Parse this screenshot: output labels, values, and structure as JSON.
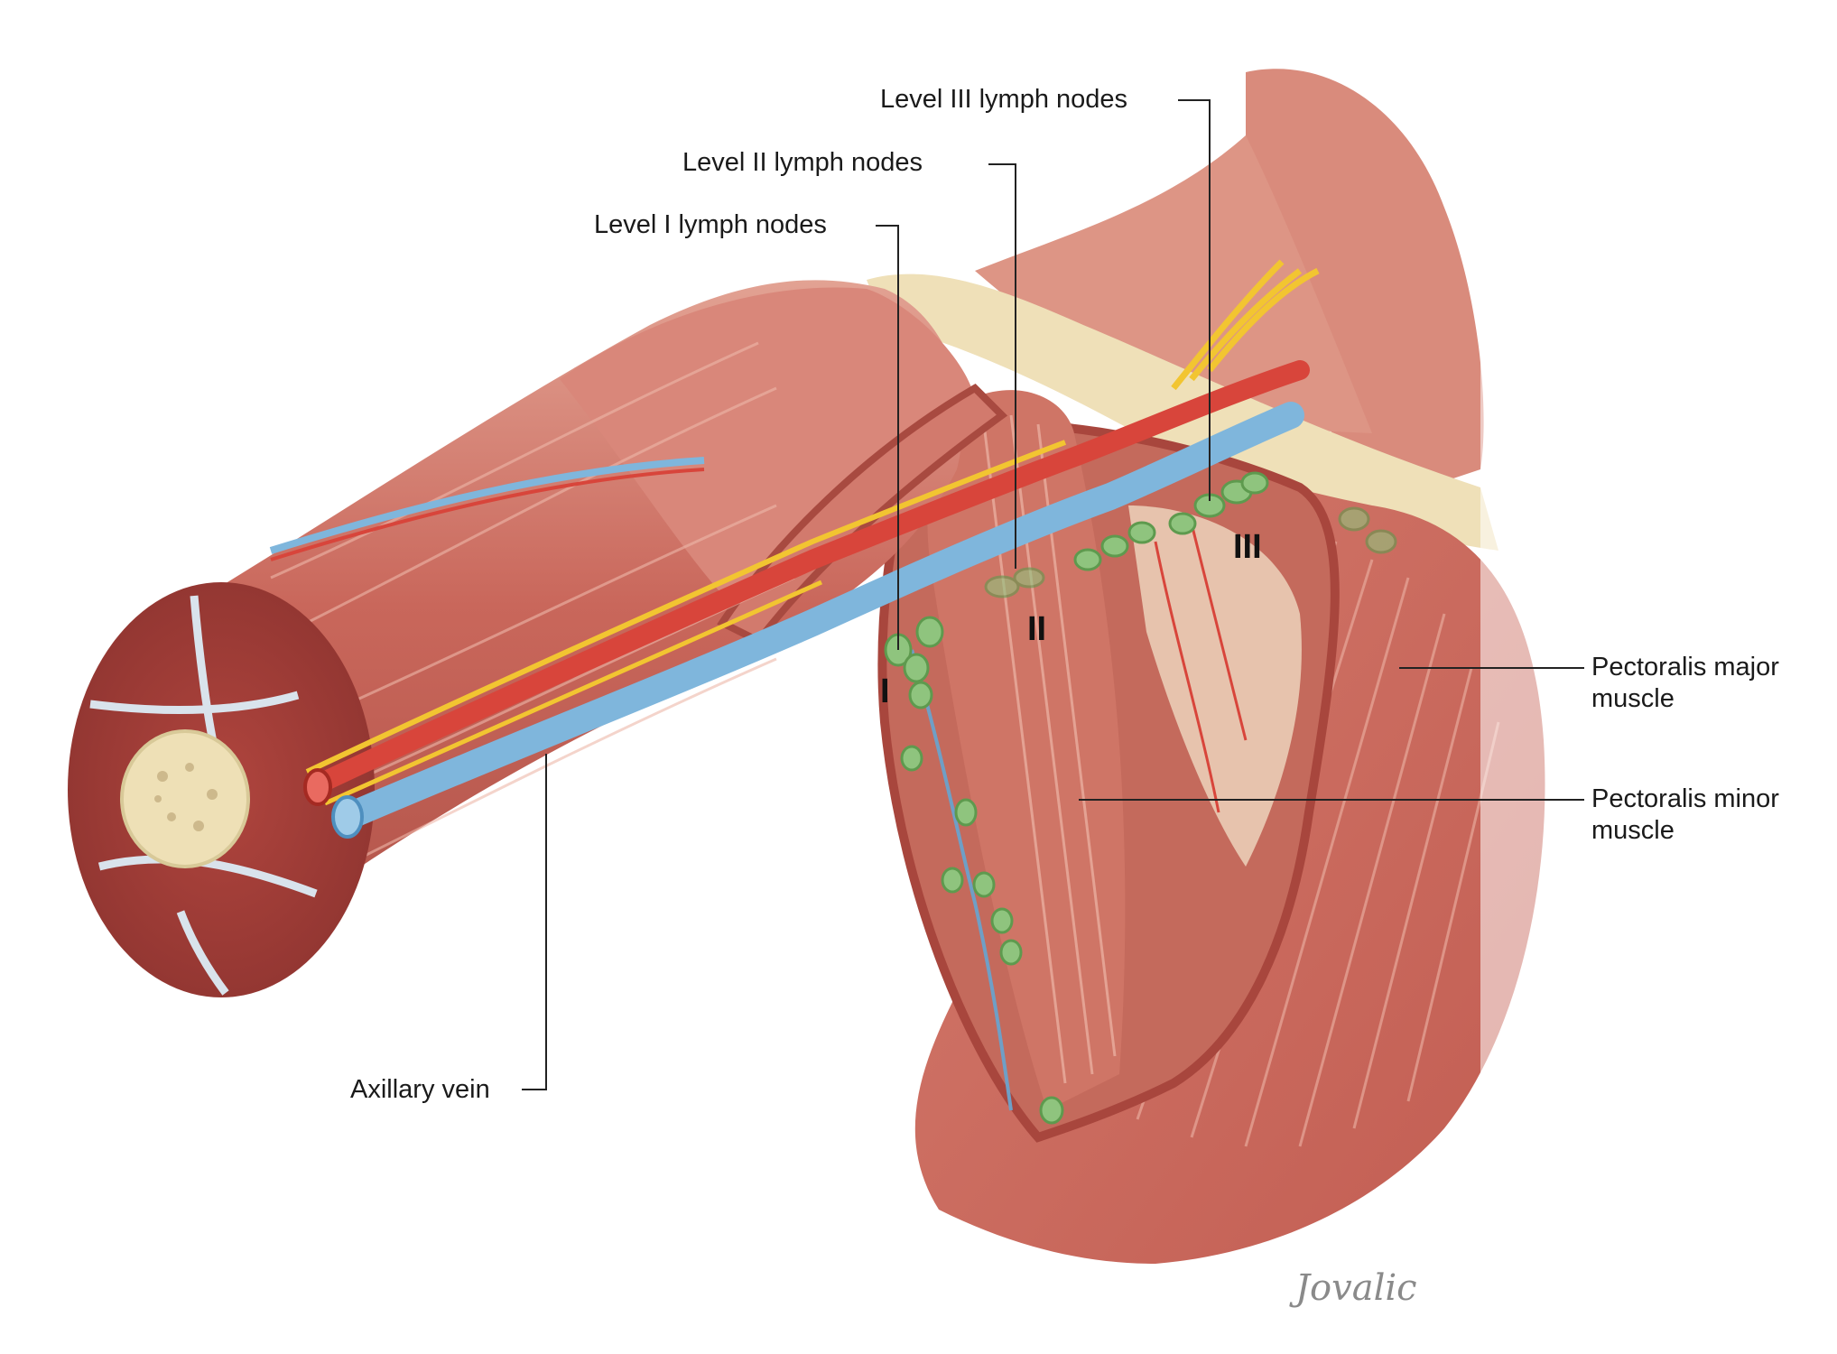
{
  "labels": {
    "level1": "Level I lymph nodes",
    "level2": "Level II lymph nodes",
    "level3": "Level III lymph nodes",
    "pec_major_line1": "Pectoralis major",
    "pec_major_line2": "muscle",
    "pec_minor_line1": "Pectoralis minor",
    "pec_minor_line2": "muscle",
    "axillary_vein": "Axillary vein"
  },
  "levels": {
    "one": "I",
    "two": "II",
    "three": "III"
  },
  "signature": "Jovalic",
  "colors": {
    "muscle": "#c9675b",
    "muscle_dark": "#a84a40",
    "muscle_light": "#e4a598",
    "tendon": "#f0dcc8",
    "bone": "#efe0b8",
    "vein": "#7fb6dc",
    "artery": "#d8453b",
    "nerve": "#f2c531",
    "lymph_node": "#8fc47e",
    "leader_line": "#222222"
  }
}
